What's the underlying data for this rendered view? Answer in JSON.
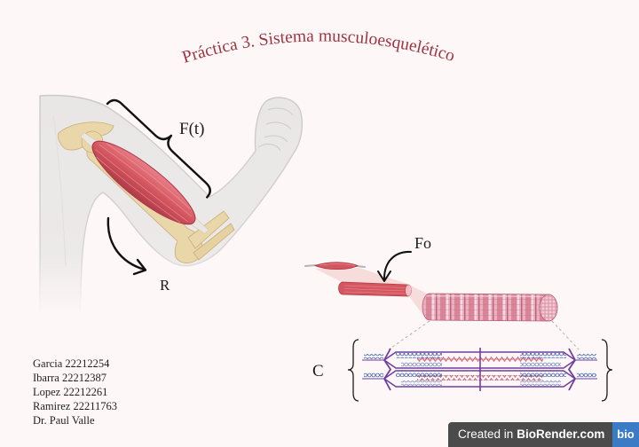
{
  "title": "Práctica 3. Sistema musculoesquelético",
  "labels": {
    "label_ft": "F(t)",
    "label_r": "R",
    "label_fo": "Fo",
    "label_c": "C"
  },
  "authors": [
    "Garcia 22212254",
    "Ibarra 22212387",
    "Lopez 22212261",
    "Ramirez 22211763",
    "Dr. Paul Valle"
  ],
  "badge": {
    "prefix": "Created in",
    "brand": "BioRender.com",
    "logo": "bio"
  },
  "icons": {
    "brace": "curly-brace-icon",
    "rotation_arrow": "curved-arrow-icon",
    "pointer_arrow": "curved-arrow-down-icon"
  },
  "colors": {
    "background": "#fdf8f7",
    "title": "#9e3341",
    "muscle": "#cf4f5c",
    "bone": "#e9d6a6",
    "skin": "#e9e6e6",
    "sarcomere_outline": "#6e3d9e",
    "thin_filament": "#3d5fae",
    "thick_filament": "#d65f78",
    "badge": "#4b4b4b",
    "logo": "#3b7bc6"
  }
}
